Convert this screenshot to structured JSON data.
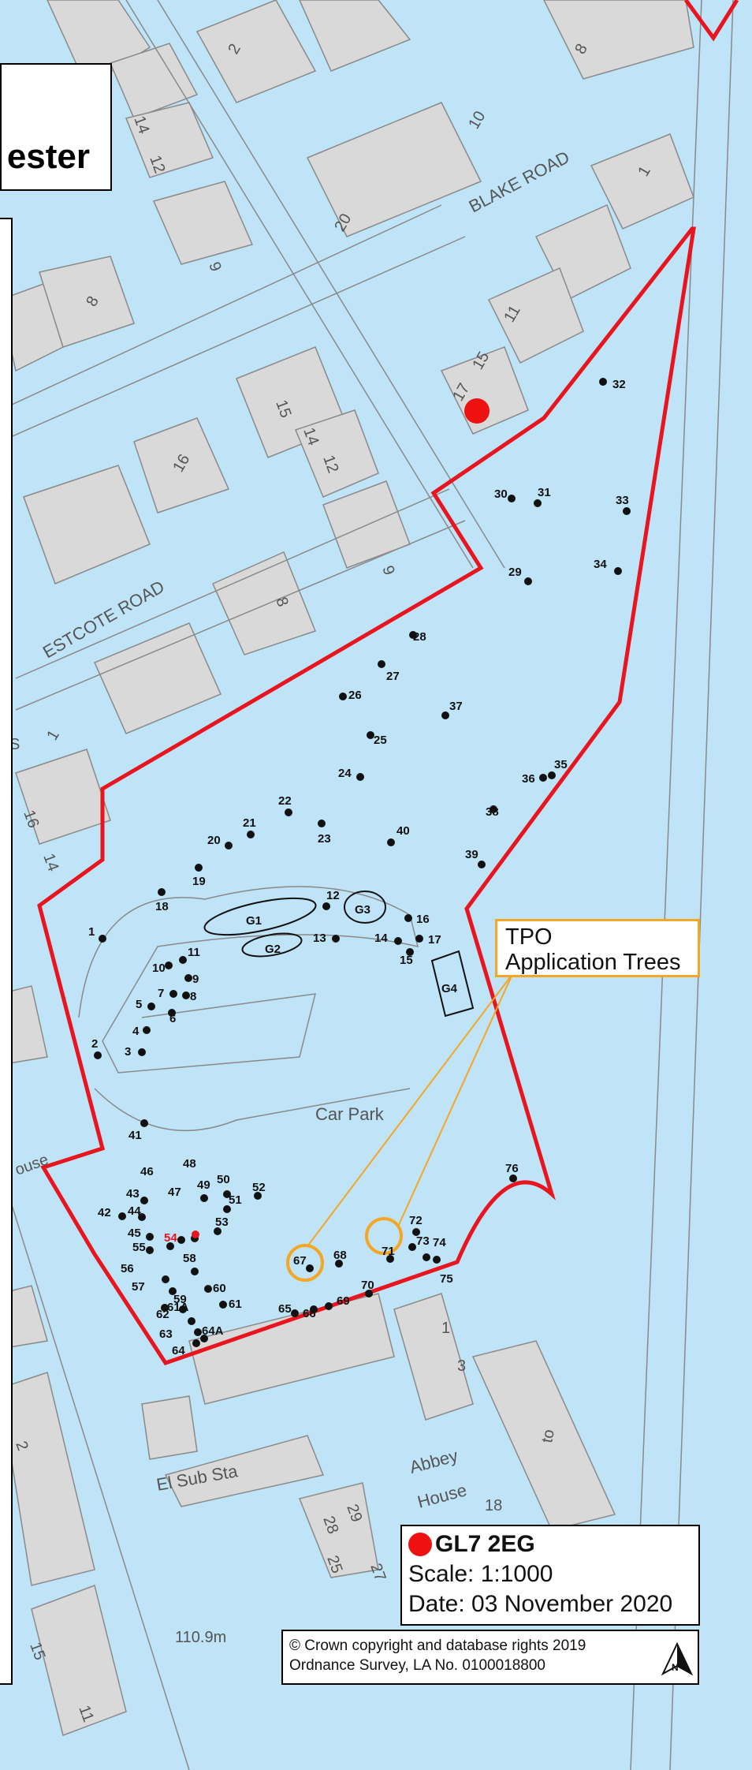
{
  "title_partial": "ester",
  "streets": {
    "blake_road": "BLAKE ROAD",
    "estcote_road": "ESTCOTE ROAD",
    "car_park": "Car Park",
    "el_sub_sta": "El Sub Sta",
    "abbey": "Abbey",
    "house": "House",
    "house_partial": "ouse",
    "spot_height": "110.9m"
  },
  "house_numbers": [
    "2",
    "8",
    "14",
    "12",
    "9",
    "10",
    "20",
    "1",
    "8",
    "11",
    "15",
    "17",
    "15",
    "14",
    "12",
    "16",
    "9",
    "8",
    "1",
    "16",
    "14",
    "S",
    "1",
    "3",
    "to",
    "18",
    "29",
    "28",
    "25",
    "27",
    "2",
    "15",
    "11"
  ],
  "trees": [
    "1",
    "2",
    "3",
    "4",
    "5",
    "6",
    "7",
    "8",
    "9",
    "10",
    "11",
    "12",
    "13",
    "14",
    "15",
    "16",
    "17",
    "18",
    "19",
    "20",
    "21",
    "22",
    "23",
    "24",
    "25",
    "26",
    "27",
    "28",
    "29",
    "30",
    "31",
    "32",
    "33",
    "34",
    "35",
    "36",
    "37",
    "38",
    "39",
    "40",
    "41",
    "42",
    "43",
    "44",
    "45",
    "46",
    "47",
    "48",
    "49",
    "50",
    "51",
    "52",
    "53",
    "54",
    "55",
    "56",
    "57",
    "58",
    "59",
    "60",
    "61",
    "61A",
    "62",
    "63",
    "64",
    "64A",
    "65",
    "66",
    "67",
    "68",
    "69",
    "70",
    "71",
    "72",
    "73",
    "74",
    "75",
    "76"
  ],
  "groups": [
    "G1",
    "G2",
    "G3",
    "G4"
  ],
  "tpo": {
    "line1": "TPO",
    "line2": "Application Trees"
  },
  "info": {
    "postcode": "GL7 2EG",
    "scale": "Scale: 1:1000",
    "date": "Date:  03 November 2020"
  },
  "copyright": {
    "line1": "© Crown copyright and database rights 2019",
    "line2": "Ordnance Survey, LA No. 0100018800"
  },
  "colors": {
    "water": "#bfe3f7",
    "building": "#d9d9d9",
    "boundary": "#e8141e",
    "tpo_ring": "#f5a623",
    "site_marker": "#ee1111"
  }
}
